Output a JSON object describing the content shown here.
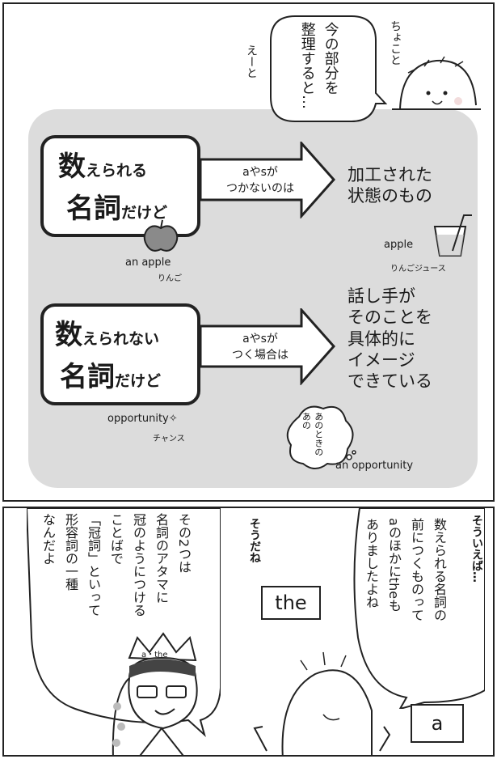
{
  "panel1": {
    "aside_ee": "えーと",
    "aside_chotto": "ちょこと",
    "bubble_lines": [
      "今の部分を",
      "整理すると…"
    ],
    "row1": {
      "noun_big1": "数",
      "noun_small1": "えられる",
      "noun_big2": "名詞",
      "noun_small2": "だけど",
      "arrow_label": "aやsが\nつかないのは",
      "result": "加工された\n状態のもの",
      "apple_caption": "an apple",
      "apple_sub": "りんご",
      "juice_caption": "apple",
      "juice_sub": "りんごジュース"
    },
    "row2": {
      "noun_big1": "数",
      "noun_small1": "えられない",
      "noun_big2": "名詞",
      "noun_small2": "だけど",
      "arrow_label": "aやsが\nつく場合は",
      "result": "話し手が\nそのことを\n具体的に\nイメージ\nできている",
      "opp_caption": "opportunity✧",
      "opp_sub": "チャンス",
      "thought_lines": [
        "あのときの",
        "あの"
      ],
      "an_opp_caption": "an opportunity"
    }
  },
  "panel2": {
    "aside_souieba": "そういえば…",
    "right_bubble_lines": [
      "数えられる名詞の",
      "前につくものって",
      "aのほかにtheも",
      "ありましたよね"
    ],
    "aside_souda": "そうだね",
    "left_bubble_lines": [
      "その2つは",
      "名詞のアタマに",
      "冠のようにつける",
      "ことばで",
      "「冠詞」といって",
      "形容詞の一種",
      "なんだよ"
    ],
    "card_the": "the",
    "card_a": "a",
    "crown_label": "a・the"
  }
}
